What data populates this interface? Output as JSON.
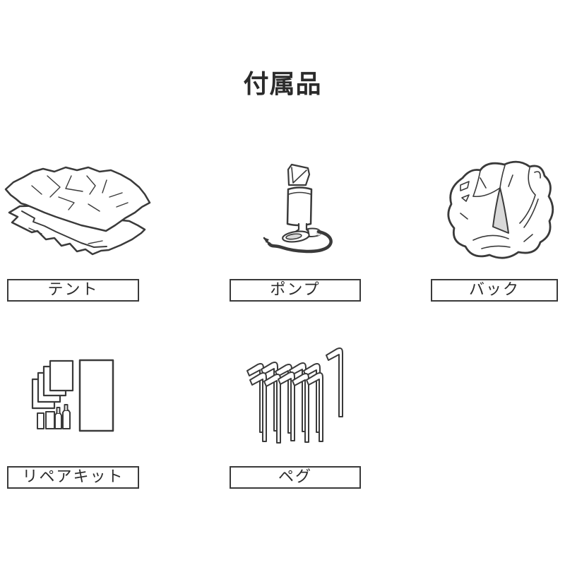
{
  "page": {
    "title": "付属品",
    "background_color": "#ffffff",
    "line_color": "#3a3a3a",
    "shade_color": "#d9d9d9",
    "text_color": "#2b2b2b"
  },
  "items": [
    {
      "label": "テント",
      "icon": "folded-tent-icon"
    },
    {
      "label": "ポンプ",
      "icon": "hand-pump-icon"
    },
    {
      "label": "バック",
      "icon": "carry-bag-icon"
    },
    {
      "label": "リペアキット",
      "icon": "repair-kit-icon"
    },
    {
      "label": "ペグ",
      "icon": "tent-pegs-icon"
    }
  ]
}
